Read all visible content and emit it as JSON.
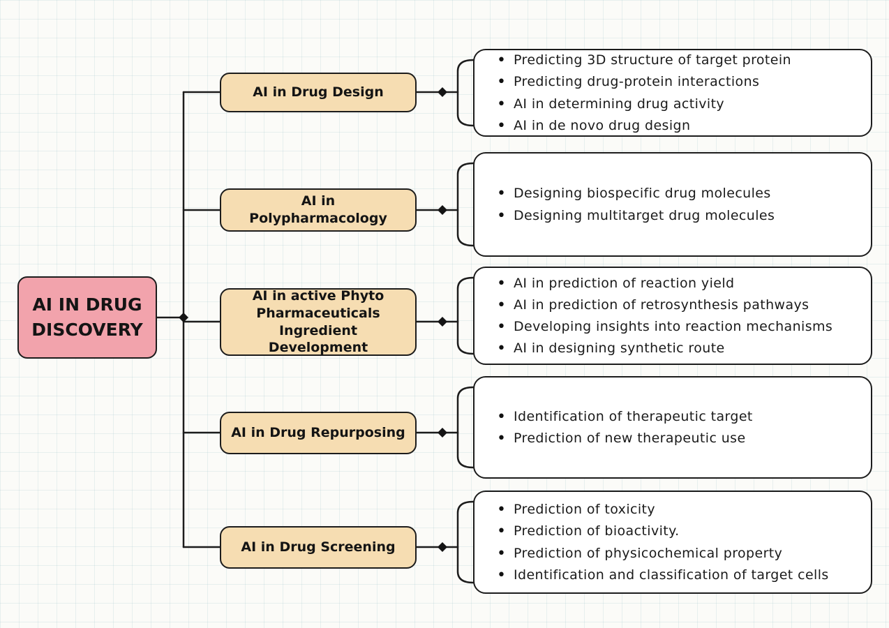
{
  "title": "AI IN DRUG DISCOVERY",
  "colors": {
    "root_bg": "#f2a3ac",
    "branch_bg": "#f6ddb2",
    "detail_bg": "#ffffff",
    "line": "#1c1c1c",
    "grid": "#dce9ec",
    "text": "#1a1a1a"
  },
  "root": {
    "label": "AI IN DRUG DISCOVERY"
  },
  "branches": [
    {
      "label": "AI in Drug Design",
      "items": [
        "Predicting 3D structure of target protein",
        "Predicting drug-protein interactions",
        "AI in determining drug activity",
        "AI in de novo drug design"
      ]
    },
    {
      "label": "AI in Polypharmacology",
      "items": [
        "Designing biospecific drug molecules",
        "Designing multitarget drug molecules"
      ]
    },
    {
      "label": "AI in active Phyto Pharmaceuticals Ingredient Development",
      "items": [
        "AI in prediction of reaction yield",
        "AI in prediction of retrosynthesis pathways",
        "Developing insights into reaction mechanisms",
        "AI in designing synthetic route"
      ]
    },
    {
      "label": "AI in Drug Repurposing",
      "items": [
        "Identification of therapeutic target",
        "Prediction of new therapeutic use"
      ]
    },
    {
      "label": "AI in Drug Screening",
      "items": [
        "Prediction of toxicity",
        "Prediction of bioactivity.",
        "Prediction of physicochemical property",
        "Identification and classification of target cells"
      ]
    }
  ]
}
